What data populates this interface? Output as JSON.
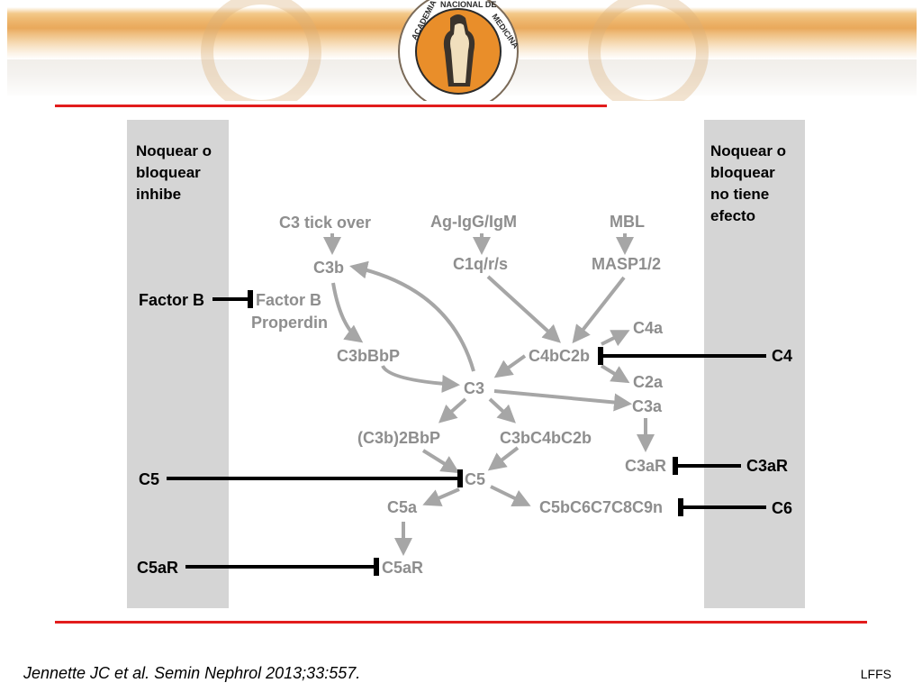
{
  "header": {
    "seal_text": "ACADEMIA NACIONAL DE MEDICINA"
  },
  "left_panel": {
    "heading": "Noquear o\nbloquear\ninhibe"
  },
  "right_panel": {
    "heading": "Noquear o\nbloquear\nno tiene\nefecto"
  },
  "pathway": {
    "nodes": {
      "c3_tick_over": "C3 tick over",
      "ag_igg_igm": "Ag-IgG/IgM",
      "mbl": "MBL",
      "c3b": "C3b",
      "c1qrs": "C1q/r/s",
      "masp12": "MASP1/2",
      "factor_b_properdin_1": "Factor B",
      "factor_b_properdin_2": "Properdin",
      "c4a": "C4a",
      "c3bbbp": "C3bBbP",
      "c4bc2b": "C4bC2b",
      "c2a": "C2a",
      "c3": "C3",
      "c3a": "C3a",
      "c3b2bbp": "(C3b)2BbP",
      "c3bc4bc2b": "C3bC4bC2b",
      "c3ar": "C3aR",
      "c5": "C5",
      "c5a": "C5a",
      "c5b9": "C5bC6C7C8C9n",
      "c5ar": "C5aR"
    },
    "inhibitors": {
      "factor_b": "Factor B",
      "c4": "C4",
      "c3ar": "C3aR",
      "c5": "C5",
      "c6": "C6",
      "c5ar": "C5aR"
    },
    "colors": {
      "node_text": "#8e8e8e",
      "arrow": "#a6a6a6",
      "inhibitor": "#000000",
      "panel": "#d5d5d5",
      "rule": "#e21c1c"
    }
  },
  "footer": {
    "citation": "Jennette JC et al. Semin Nephrol 2013;33:557.",
    "initials": "LFFS"
  }
}
